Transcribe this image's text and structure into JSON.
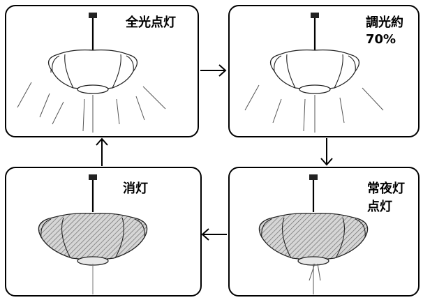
{
  "diagram": {
    "panels": [
      {
        "id": "full",
        "label_lines": [
          "全光点灯"
        ],
        "light": "full",
        "shade_fill": "white"
      },
      {
        "id": "dim",
        "label_lines": [
          "調光約",
          "70%"
        ],
        "light": "dim",
        "shade_fill": "white"
      },
      {
        "id": "night",
        "label_lines": [
          "常夜灯",
          "点灯"
        ],
        "light": "night",
        "shade_fill": "hatched"
      },
      {
        "id": "off",
        "label_lines": [
          "消灯"
        ],
        "light": "off",
        "shade_fill": "hatched"
      }
    ],
    "transitions": [
      {
        "from": "full",
        "to": "dim"
      },
      {
        "from": "dim",
        "to": "night"
      },
      {
        "from": "night",
        "to": "off"
      },
      {
        "from": "off",
        "to": "full"
      }
    ]
  }
}
